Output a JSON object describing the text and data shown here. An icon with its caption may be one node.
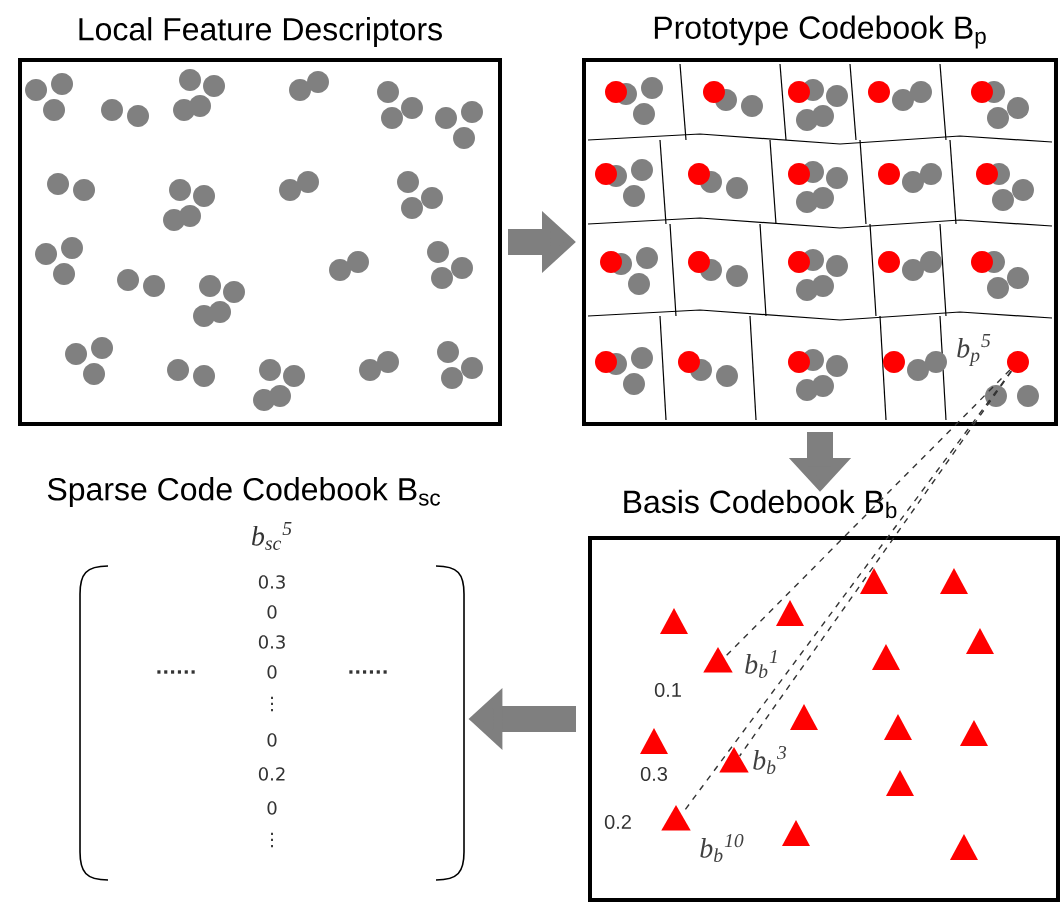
{
  "diagram": {
    "nodes": [
      {
        "text": [
          "Local Feature Descriptors"
        ]
      },
      {
        "text": [
          "Prototype Codebook B$_{p}$"
        ]
      },
      {
        "text": [
          "Basis Codebook B$_{b}$"
        ]
      },
      {
        "text": [
          "Sparse Code Codebook B$_{sc}$"
        ]
      },
      {
        "text": [],
        "shape": "circle",
        "in": 1,
        "beside": [
          "b$_{p}$$^{5}$"
        ]
      },
      {
        "text": [],
        "shape": "triangle",
        "in": 2,
        "beside": [
          "b$_{b}$$^{1}$"
        ]
      },
      {
        "text": [],
        "shape": "triangle",
        "in": 2,
        "beside": [
          "b$_{b}$$^{3}$"
        ]
      },
      {
        "text": [],
        "shape": "triangle",
        "in": 2,
        "beside": [
          "b$_{b}$$^{10}$"
        ]
      }
    ],
    "edges": [
      {
        "from": 0,
        "to": 1,
        "arrow": "to",
        "style": "thick",
        "color": "#7f7f7f"
      },
      {
        "from": 1,
        "to": 2,
        "arrow": "to",
        "style": "thick",
        "color": "#7f7f7f"
      },
      {
        "from": 2,
        "to": 3,
        "arrow": "to",
        "style": "thick",
        "color": "#7f7f7f"
      },
      {
        "from": 4,
        "to": 5,
        "arrow": "none",
        "style": "dashed"
      },
      {
        "from": 4,
        "to": 6,
        "arrow": "none",
        "style": "dashed"
      },
      {
        "from": 4,
        "to": 7,
        "arrow": "none",
        "style": "dashed"
      }
    ],
    "labels": [
      "0.1",
      "0.3",
      "0.2",
      "b$_{sc}$$^{5}$",
      "0.3",
      "0",
      "0.3",
      "0",
      "⋮",
      "0",
      "0.2",
      "0",
      "⋮",
      "......",
      "......"
    ]
  }
}
